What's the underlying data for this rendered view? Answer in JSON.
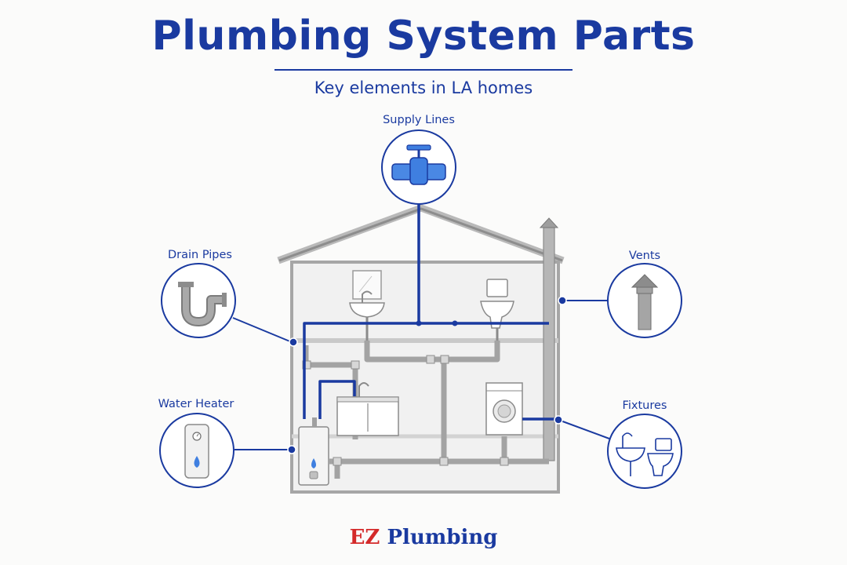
{
  "header": {
    "title": "Plumbing System Parts",
    "subtitle": "Key elements in LA homes"
  },
  "callouts": {
    "supply_lines": {
      "label": "Supply Lines",
      "icon": "valve-icon"
    },
    "drain_pipes": {
      "label": "Drain Pipes",
      "icon": "p-trap-icon"
    },
    "vents": {
      "label": "Vents",
      "icon": "vent-stack-icon"
    },
    "water_heater": {
      "label": "Water Heater",
      "icon": "water-heater-icon"
    },
    "fixtures": {
      "label": "Fixtures",
      "icon": "sink-toilet-icon"
    }
  },
  "brand": {
    "name_part1": "EZ",
    "name_part2": "Plumbing"
  },
  "colors": {
    "primary_blue": "#1a3aa0",
    "accent_red": "#d42a2a",
    "pipe_gray": "#9a9a9a",
    "icon_blue": "#3f7fe0"
  }
}
